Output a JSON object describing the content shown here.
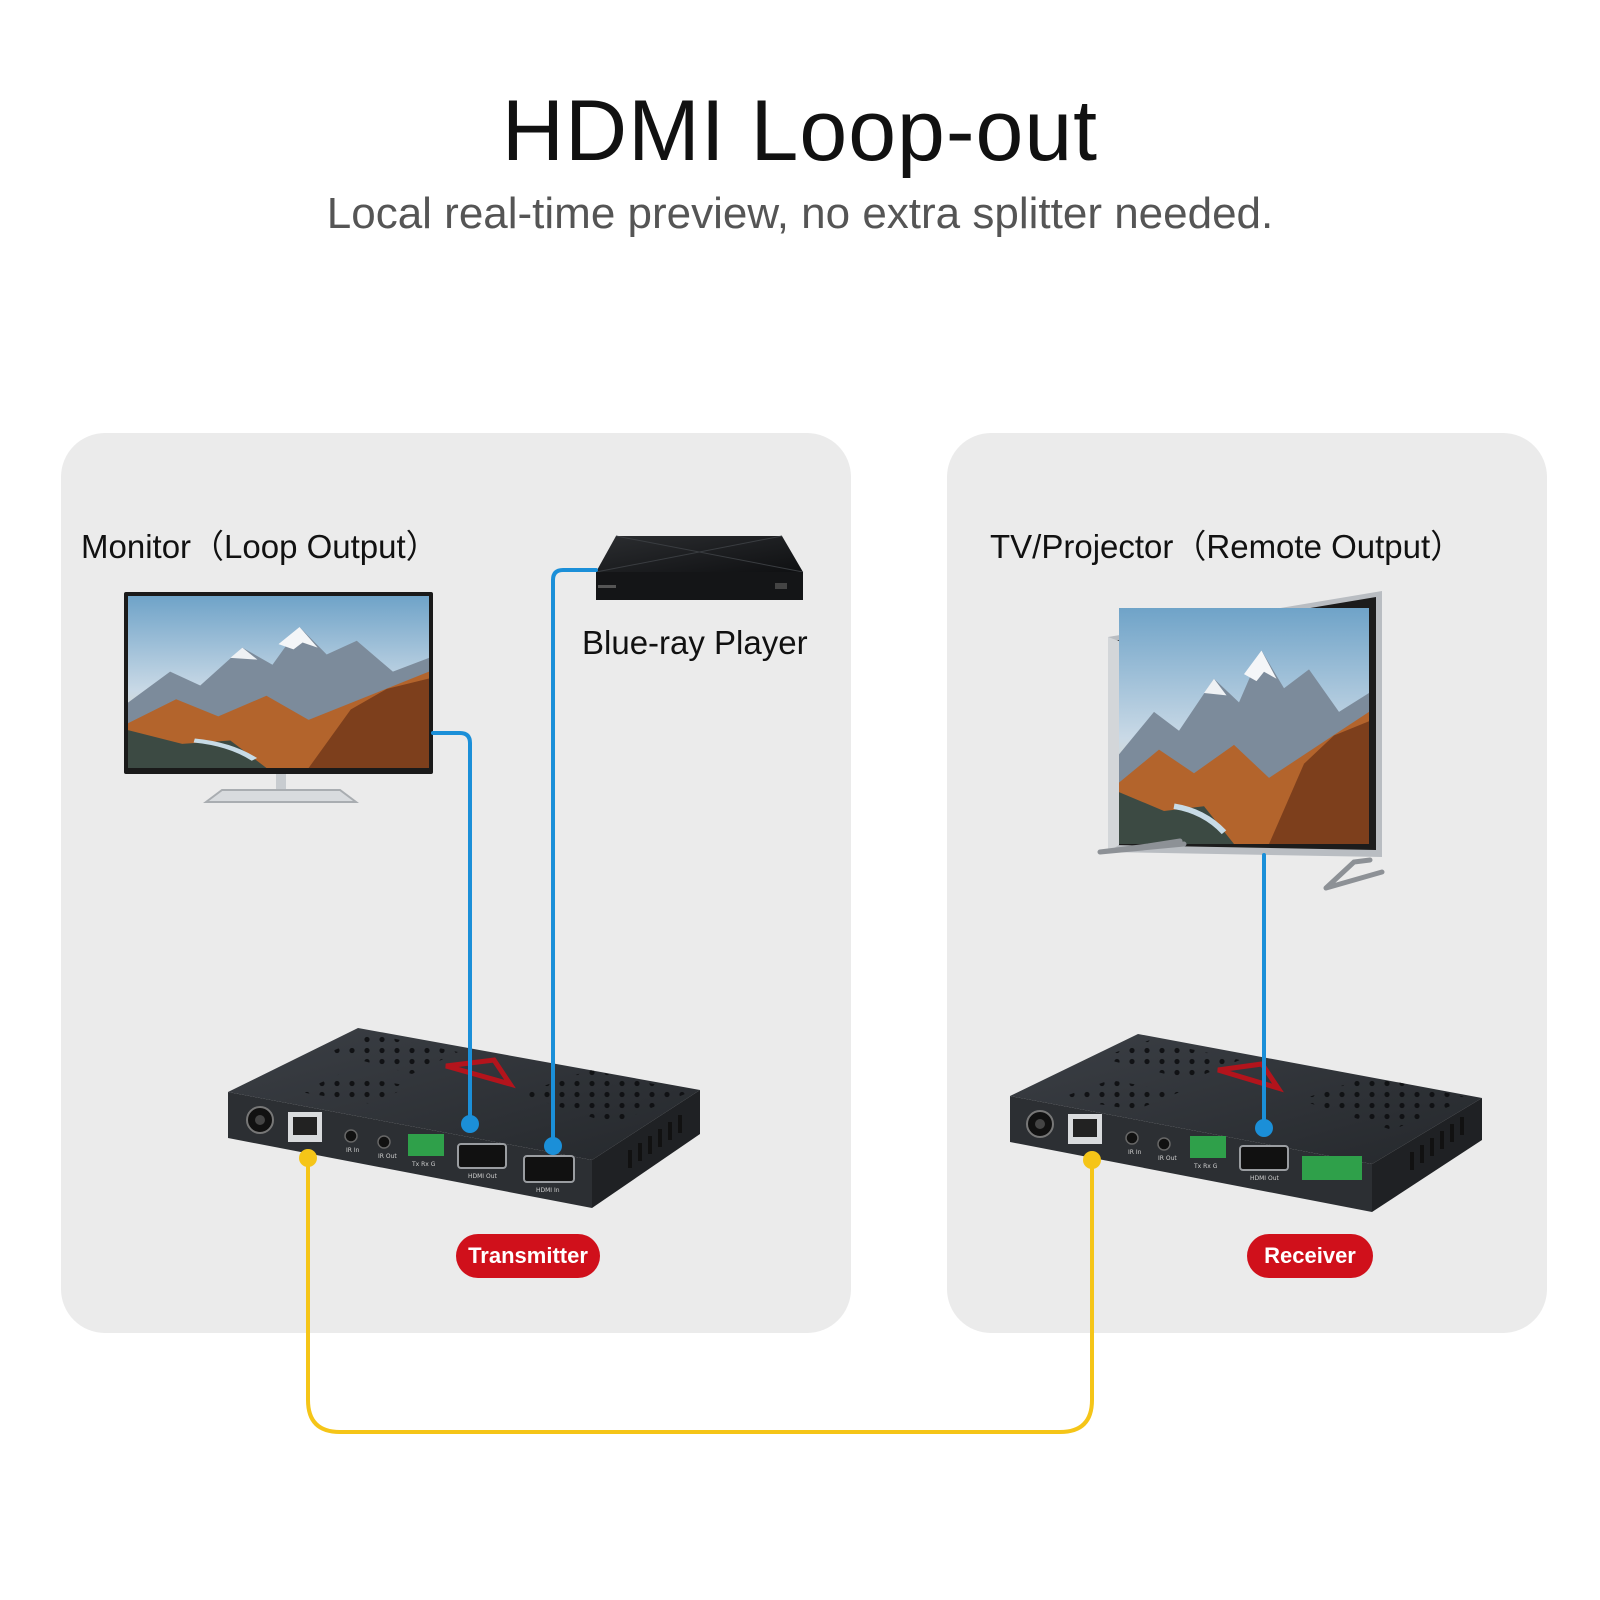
{
  "header": {
    "title": "HDMI Loop-out",
    "subtitle": "Local real-time preview, no extra splitter needed."
  },
  "left_panel": {
    "monitor_label": "Monitor（Loop Output）",
    "bluray_label": "Blue-ray Player",
    "transmitter_badge": "Transmitter",
    "port_labels": [
      "IR In",
      "IR Out",
      "Tx Rx G",
      "HDMI Out",
      "HDMI In"
    ]
  },
  "right_panel": {
    "tv_label": "TV/Projector（Remote Output）",
    "receiver_badge": "Receiver",
    "port_labels": [
      "IR In",
      "IR Out",
      "Tx Rx G",
      "HDMI Out"
    ]
  },
  "colors": {
    "hdmi_cable": "#1b8fd8",
    "network_cable": "#f5c518",
    "badge": "#d0101b",
    "panel_bg": "#ebebeb"
  }
}
